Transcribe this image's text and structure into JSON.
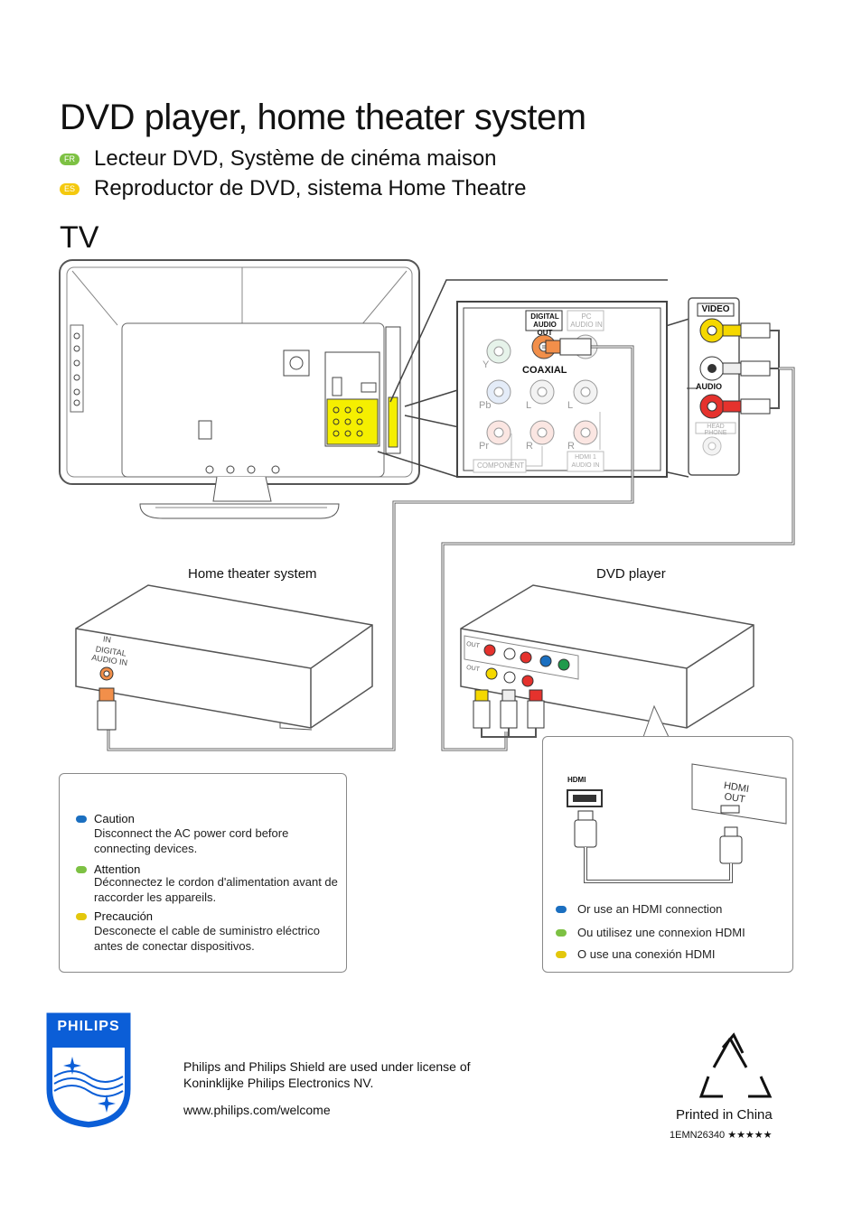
{
  "title": "DVD player, home theater system",
  "subtitles": [
    {
      "lang": "FR",
      "text": "Lecteur DVD, Système de cinéma maison"
    },
    {
      "lang": "ES",
      "text": "Reproductor de DVD, sistema Home Theatre"
    }
  ],
  "section_heading": "TV",
  "tv_panel": {
    "digital_audio_out": "DIGITAL AUDIO OUT",
    "pc_audio_in": "PC AUDIO IN",
    "coaxial": "COAXIAL",
    "y": "Y",
    "pb": "Pb",
    "pr": "Pr",
    "l": "L",
    "r": "R",
    "component": "COMPONENT",
    "hdmi1_audio_in": "HDMI 1 AUDIO IN"
  },
  "side_panel": {
    "video": "VIDEO",
    "audio": "AUDIO",
    "headphone": "HEAD PHONE"
  },
  "home_theater": {
    "label": "Home theater system",
    "in": "IN",
    "digital_audio_in": "DIGITAL AUDIO IN"
  },
  "dvd_player": {
    "label": "DVD player",
    "out": "OUT"
  },
  "caution_box": {
    "items": [
      {
        "color": "blue",
        "title": "Caution",
        "text": "Disconnect the AC power cord before connecting devices."
      },
      {
        "color": "green",
        "title": "Attention",
        "text": "Déconnectez le cordon d'alimentation avant de raccorder les appareils."
      },
      {
        "color": "yellow",
        "title": "Precaución",
        "text": "Desconecte el cable de suministro eléctrico antes de conectar dispositivos."
      }
    ]
  },
  "hdmi_box": {
    "hdmi_port": "HDMI",
    "hdmi_out": "HDMI OUT",
    "options": [
      {
        "color": "blue",
        "text": "Or use an HDMI connection"
      },
      {
        "color": "green",
        "text": "Ou utilisez une connexion HDMI"
      },
      {
        "color": "yellow",
        "text": "O use una conexión HDMI"
      }
    ]
  },
  "footer": {
    "logo_text": "PHILIPS",
    "license": "Philips and Philips Shield are used under license of Koninklijke Philips Electronics NV.",
    "website": "www.philips.com/welcome",
    "printed": "Printed in China",
    "code": "1EMN26340 ★★★★★"
  }
}
